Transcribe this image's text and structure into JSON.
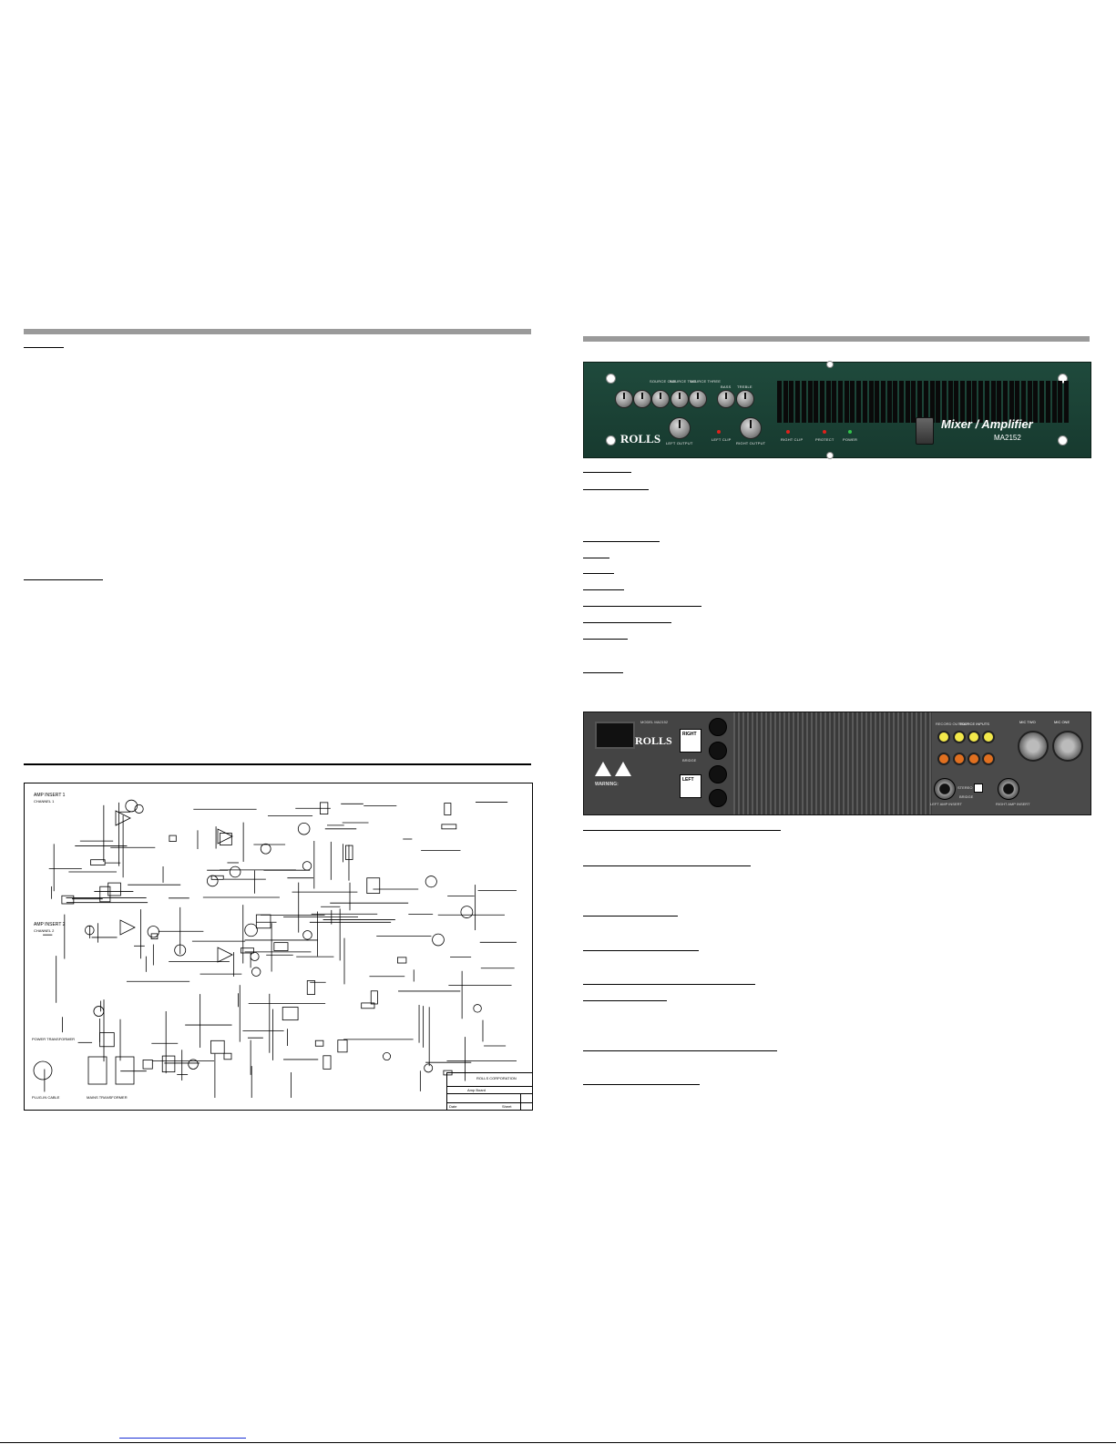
{
  "front_panel": {
    "brand": "ROLLS",
    "title": "Mixer / Amplifier",
    "model": "MA2152",
    "knob_groups": [
      "SOURCE ONE",
      "SOURCE TWO",
      "SOURCE THREE"
    ],
    "tone_labels": [
      "BASS",
      "TREBLE"
    ],
    "output_labels": [
      "LEFT OUTPUT",
      "RIGHT OUTPUT"
    ],
    "indicators": [
      "LEFT CLIP",
      "RIGHT CLIP",
      "PROTECT",
      "POWER"
    ],
    "indicator_colors": {
      "clip": "#e0201b",
      "protect": "#e0201b",
      "power": "#33c24a"
    }
  },
  "rear_panel": {
    "brand": "ROLLS",
    "model_line": "MODEL MA2152",
    "right_label": "RIGHT",
    "left_label": "LEFT",
    "bridge_label": "BRIDGE",
    "warning": "WARNING:",
    "record_output": "RECORD OUTPUT",
    "source_inputs": "SOURCE INPUTS",
    "mic_two": "MIC TWO",
    "mic_one": "MIC ONE",
    "left_amp_insert": "LEFT AMP INSERT",
    "right_amp_insert": "RIGHT AMP INSERT",
    "stereo": "STEREO",
    "bridge_mode": "BRIDGE"
  },
  "schematic": {
    "labels": [
      "AMP INSERT 1",
      "AMP INSERT 2",
      "CHANNEL 1",
      "CHANNEL 2",
      "POWER TRANSFORMER",
      "PLUG-IN CABLE",
      "MAINS TRANSFORMER"
    ],
    "title_block": {
      "company": "ROLLS CORPORATION",
      "title": "Amp Board",
      "date_label": "Date",
      "sheet_label": "Sheet"
    }
  },
  "colors": {
    "rule_gray": "#9a9a9a",
    "panel_green": "#1f4a3c",
    "link_blue": "#1a2fd6"
  }
}
